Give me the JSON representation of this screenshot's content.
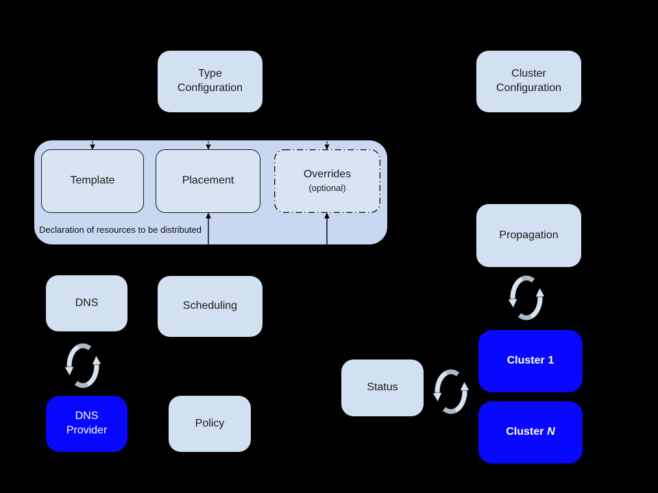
{
  "colors": {
    "background": "#000000",
    "box_light": "#d2e1f1",
    "group_fill": "#c8d8f1",
    "inner_fill": "#d7e4f3",
    "box_blue": "#0708fc",
    "text_dark": "#1b1b1b",
    "text_light": "#ffffff",
    "arrow": "#000000",
    "sync_icon_light": "#d7e4f0",
    "sync_icon_dark": "#a9bac8"
  },
  "icons": {
    "sync": "sync-arrows-icon"
  },
  "boxes": {
    "type_config": {
      "lines": [
        "Type",
        "Configuration"
      ]
    },
    "cluster_config": {
      "lines": [
        "Cluster",
        "Configuration"
      ]
    },
    "template": {
      "label": "Template"
    },
    "placement": {
      "label": "Placement"
    },
    "overrides": {
      "label": "Overrides",
      "sublabel": "(optional)"
    },
    "group_caption": "Declaration of resources to be distributed",
    "dns": {
      "label": "DNS"
    },
    "scheduling": {
      "label": "Scheduling"
    },
    "dns_provider": {
      "lines": [
        "DNS",
        "Provider"
      ]
    },
    "policy": {
      "label": "Policy"
    },
    "propagation": {
      "label": "Propagation"
    },
    "status": {
      "label": "Status"
    },
    "cluster_1": {
      "prefix": "Cluster",
      "suffix": "1"
    },
    "cluster_n": {
      "prefix": "Cluster",
      "suffix": "N"
    }
  }
}
